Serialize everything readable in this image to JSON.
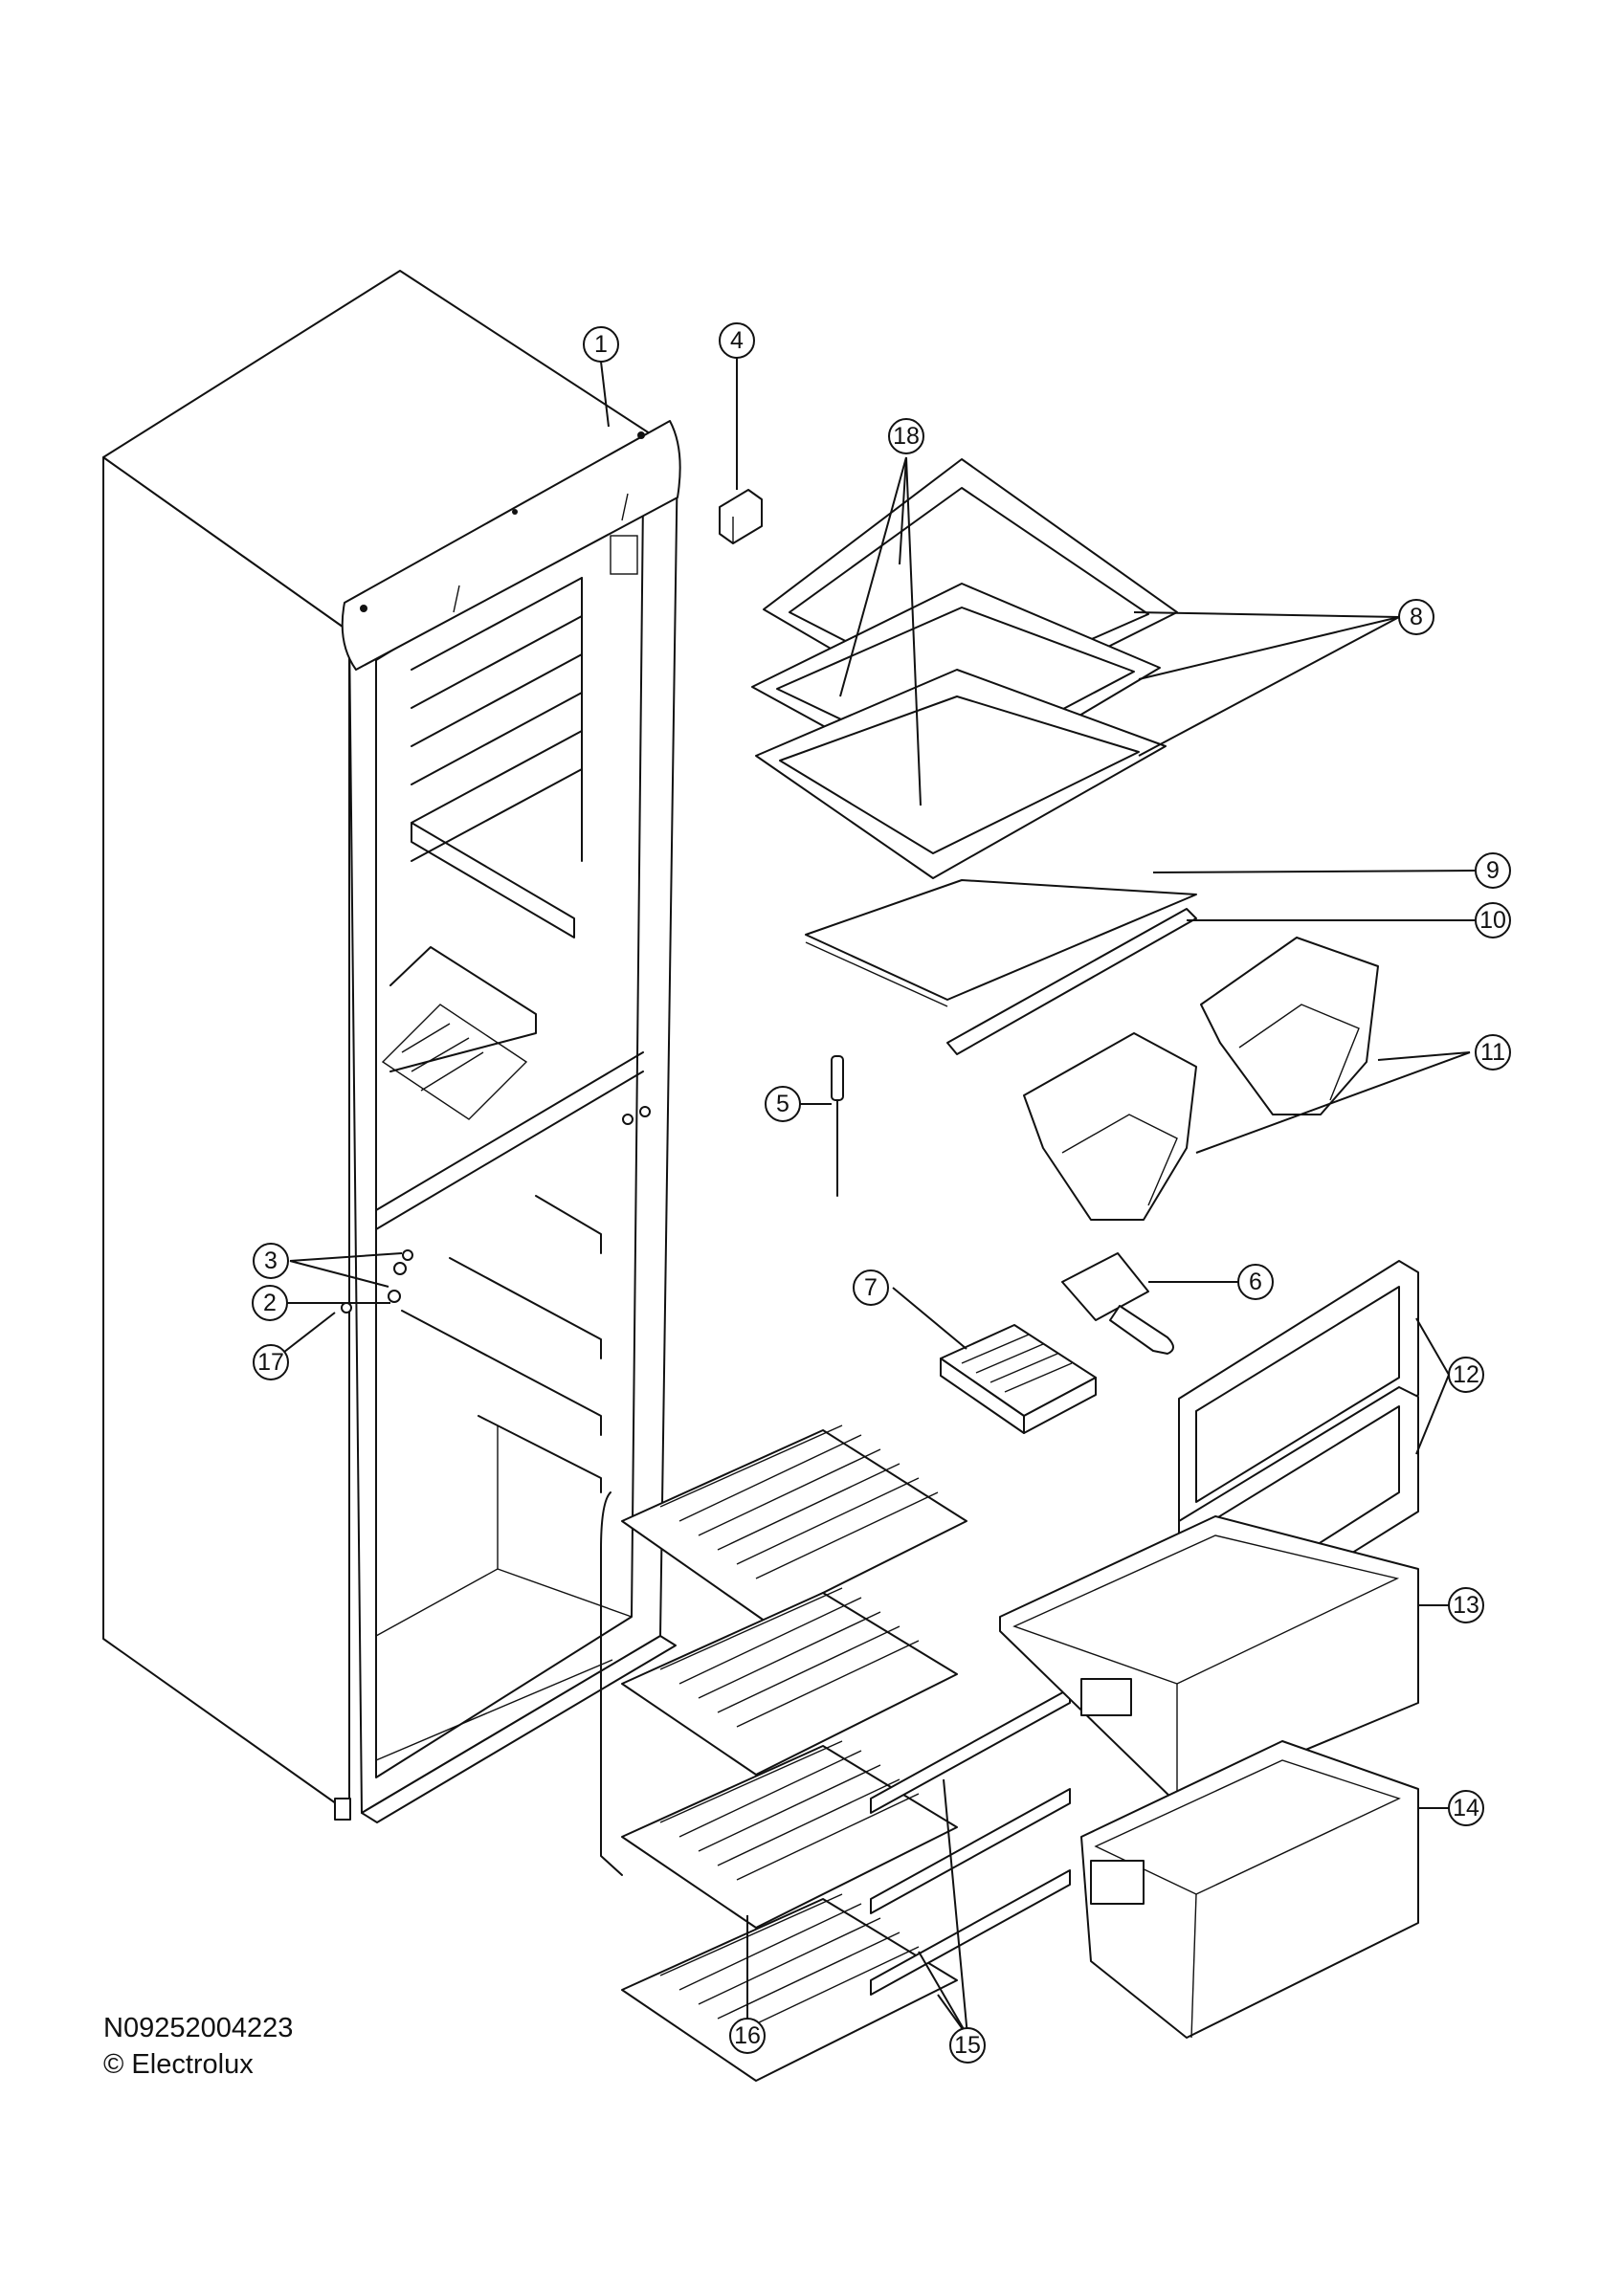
{
  "diagram": {
    "document_id": "N09252004223",
    "copyright": "© Electrolux",
    "callouts": [
      "1",
      "2",
      "3",
      "4",
      "5",
      "6",
      "7",
      "8",
      "9",
      "10",
      "11",
      "12",
      "13",
      "14",
      "15",
      "16",
      "17",
      "18"
    ]
  }
}
